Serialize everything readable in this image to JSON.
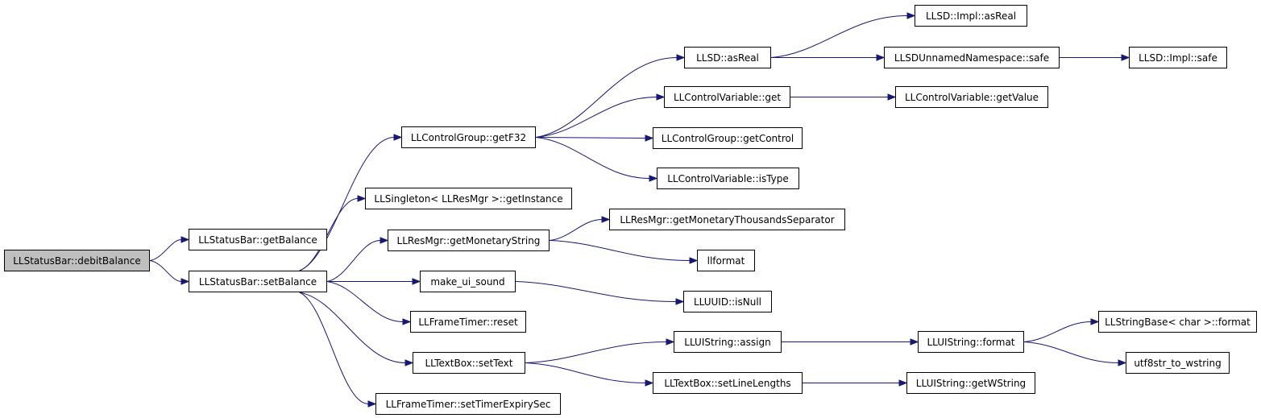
{
  "graph": {
    "root": "LLStatusBar::debitBalance",
    "nodes": {
      "debitBalance": "LLStatusBar::debitBalance",
      "getBalance": "LLStatusBar::getBalance",
      "setBalance": "LLStatusBar::setBalance",
      "getF32": "LLControlGroup::getF32",
      "getInstance": "LLSingleton< LLResMgr >::getInstance",
      "getMonetaryString": "LLResMgr::getMonetaryString",
      "make_ui_sound": "make_ui_sound",
      "reset": "LLFrameTimer::reset",
      "setText": "LLTextBox::setText",
      "setTimerExpirySec": "LLFrameTimer::setTimerExpirySec",
      "asReal": "LLSD::asReal",
      "cvGet": "LLControlVariable::get",
      "getControl": "LLControlGroup::getControl",
      "isType": "LLControlVariable::isType",
      "getMonetaryThousandsSeparator": "LLResMgr::getMonetaryThousandsSeparator",
      "llformat": "llformat",
      "isNull": "LLUUID::isNull",
      "assign": "LLUIString::assign",
      "setLineLengths": "LLTextBox::setLineLengths",
      "implAsReal": "LLSD::Impl::asReal",
      "unnamedSafe": "LLSDUnnamedNamespace::safe",
      "getValue": "LLControlVariable::getValue",
      "uiFormat": "LLUIString::format",
      "getWString": "LLUIString::getWString",
      "implSafe": "LLSD::Impl::safe",
      "stringBaseFormat": "LLStringBase< char >::format",
      "utf8str": "utf8str_to_wstring"
    },
    "edges": [
      [
        "debitBalance",
        "getBalance"
      ],
      [
        "debitBalance",
        "setBalance"
      ],
      [
        "setBalance",
        "getF32"
      ],
      [
        "setBalance",
        "getInstance"
      ],
      [
        "setBalance",
        "getMonetaryString"
      ],
      [
        "setBalance",
        "make_ui_sound"
      ],
      [
        "setBalance",
        "reset"
      ],
      [
        "setBalance",
        "setText"
      ],
      [
        "setBalance",
        "setTimerExpirySec"
      ],
      [
        "getF32",
        "asReal"
      ],
      [
        "getF32",
        "cvGet"
      ],
      [
        "getF32",
        "getControl"
      ],
      [
        "getF32",
        "isType"
      ],
      [
        "asReal",
        "implAsReal"
      ],
      [
        "asReal",
        "unnamedSafe"
      ],
      [
        "unnamedSafe",
        "implSafe"
      ],
      [
        "cvGet",
        "getValue"
      ],
      [
        "getMonetaryString",
        "getMonetaryThousandsSeparator"
      ],
      [
        "getMonetaryString",
        "llformat"
      ],
      [
        "make_ui_sound",
        "isNull"
      ],
      [
        "setText",
        "assign"
      ],
      [
        "setText",
        "setLineLengths"
      ],
      [
        "assign",
        "uiFormat"
      ],
      [
        "uiFormat",
        "stringBaseFormat"
      ],
      [
        "uiFormat",
        "utf8str"
      ],
      [
        "setLineLengths",
        "getWString"
      ]
    ],
    "colors": {
      "edge": "#191970",
      "node_border": "#000000",
      "root_fill": "#bfbfbf",
      "node_fill": "#ffffff"
    }
  }
}
